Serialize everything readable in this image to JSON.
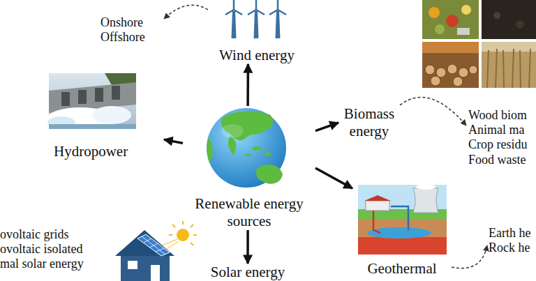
{
  "diagram": {
    "nodes": [
      {
        "text": [
          "Wind energy"
        ]
      },
      {
        "text": [
          "Onshore",
          "Offshore"
        ]
      },
      {
        "text": [
          "Biomass energy"
        ]
      },
      {
        "text": [
          "Wood biom",
          "Animal ma",
          "Crop residu",
          "Food waste"
        ]
      },
      {
        "text": [
          "Hydropower"
        ]
      },
      {
        "text": [
          "Renewable energy sources"
        ]
      },
      {
        "text": [
          "Geothermal"
        ]
      },
      {
        "text": [
          "Earth he",
          "Rock he"
        ]
      },
      {
        "text": [
          "ovoltaic grids",
          "ovoltaic isolated",
          "mal solar energy"
        ]
      },
      {
        "text": [
          "Solar energy"
        ]
      }
    ],
    "edges": [
      {
        "from": 5,
        "to": 0,
        "arrow": "to"
      },
      {
        "from": 5,
        "to": 2,
        "arrow": "to"
      },
      {
        "from": 5,
        "to": 4,
        "arrow": "to"
      },
      {
        "from": 5,
        "to": 6,
        "arrow": "to"
      },
      {
        "from": 5,
        "to": 9,
        "arrow": "to"
      },
      {
        "from": 0,
        "to": 1,
        "arrow": "to"
      },
      {
        "from": 2,
        "to": 3,
        "arrow": "to"
      },
      {
        "from": 6,
        "to": 7,
        "arrow": "to"
      }
    ]
  }
}
